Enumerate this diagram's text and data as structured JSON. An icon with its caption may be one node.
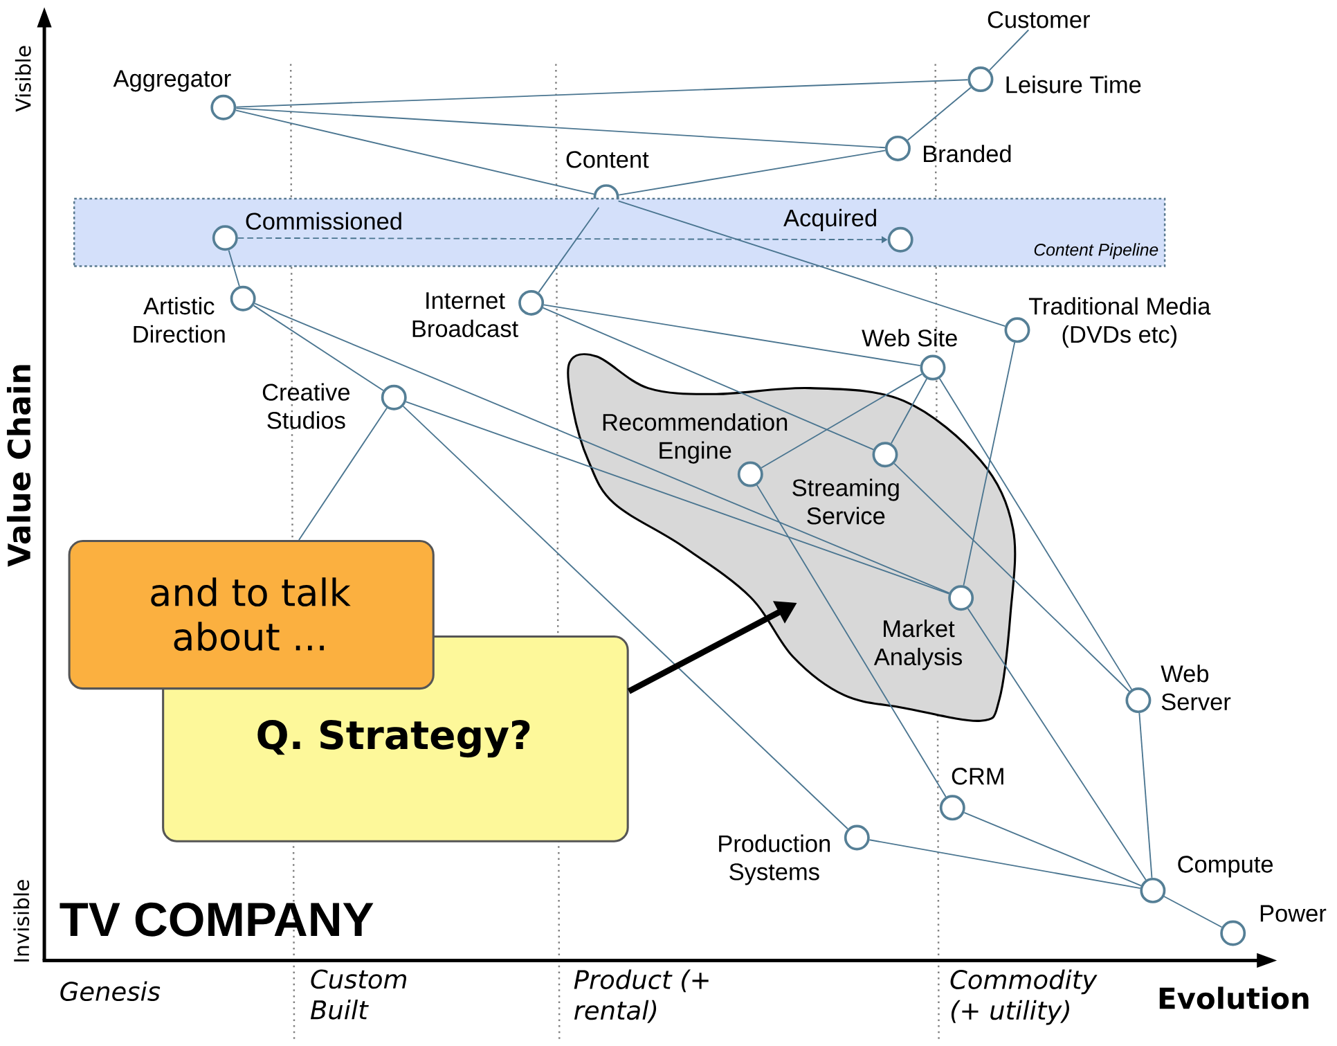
{
  "diagram": {
    "title": "TV COMPANY",
    "nodes": [
      {
        "text": [
          "Customer"
        ]
      },
      {
        "text": [
          "Leisure Time"
        ]
      },
      {
        "text": [
          "Aggregator"
        ]
      },
      {
        "text": [
          "Branded"
        ]
      },
      {
        "text": [
          "Content"
        ]
      },
      {
        "text": [
          "Content Pipeline"
        ]
      },
      {
        "text": [
          "Commissioned"
        ],
        "in": 5
      },
      {
        "text": [
          "Acquired"
        ],
        "in": 5
      },
      {
        "text": [
          "Artistic Direction"
        ]
      },
      {
        "text": [
          "Internet Broadcast"
        ]
      },
      {
        "text": [
          "Traditional Media (DVDs etc)"
        ]
      },
      {
        "text": [
          "Web Site"
        ]
      },
      {
        "text": [
          "Creative Studios"
        ]
      },
      {
        "text": [],
        "shape": "cloud"
      },
      {
        "text": [
          "Recommendation Engine"
        ],
        "in": 13
      },
      {
        "text": [
          "Streaming Service"
        ],
        "in": 13
      },
      {
        "text": [
          "Market Analysis"
        ],
        "in": 13
      },
      {
        "text": [
          "Web Server"
        ]
      },
      {
        "text": [
          "CRM"
        ]
      },
      {
        "text": [
          "Production Systems"
        ]
      },
      {
        "text": [
          "Compute"
        ]
      },
      {
        "text": [
          "Power"
        ]
      },
      {
        "text": [
          "and to talk about ..."
        ]
      },
      {
        "text": [
          "Q. Strategy?"
        ]
      }
    ],
    "edges": [
      {
        "from": 0,
        "to": 1,
        "arrow": "none"
      },
      {
        "from": 2,
        "to": 1,
        "arrow": "none"
      },
      {
        "from": 2,
        "to": 3,
        "arrow": "none"
      },
      {
        "from": 2,
        "to": 4,
        "arrow": "none"
      },
      {
        "from": 3,
        "to": 1,
        "arrow": "none"
      },
      {
        "from": 4,
        "to": 3,
        "arrow": "none"
      },
      {
        "from": 4,
        "to": 9,
        "arrow": "none"
      },
      {
        "from": 4,
        "to": 10,
        "arrow": "none"
      },
      {
        "from": 6,
        "to": 7,
        "arrow": "to",
        "style": "dashed"
      },
      {
        "from": 6,
        "to": 8,
        "arrow": "none"
      },
      {
        "from": 8,
        "to": 12,
        "arrow": "none"
      },
      {
        "from": 8,
        "to": 16,
        "arrow": "none"
      },
      {
        "from": 12,
        "to": 22,
        "arrow": "none"
      },
      {
        "from": 12,
        "to": 16,
        "arrow": "none"
      },
      {
        "from": 12,
        "to": 19,
        "arrow": "none"
      },
      {
        "from": 9,
        "to": 11,
        "arrow": "none"
      },
      {
        "from": 9,
        "to": 15,
        "arrow": "none"
      },
      {
        "from": 11,
        "to": 14,
        "arrow": "none"
      },
      {
        "from": 11,
        "to": 15,
        "arrow": "none"
      },
      {
        "from": 11,
        "to": 17,
        "arrow": "none"
      },
      {
        "from": 10,
        "to": 16,
        "arrow": "none"
      },
      {
        "from": 14,
        "to": 18,
        "arrow": "none"
      },
      {
        "from": 15,
        "to": 17,
        "arrow": "none"
      },
      {
        "from": 16,
        "to": 20,
        "arrow": "none"
      },
      {
        "from": 17,
        "to": 20,
        "arrow": "none"
      },
      {
        "from": 18,
        "to": 20,
        "arrow": "none"
      },
      {
        "from": 19,
        "to": 20,
        "arrow": "none"
      },
      {
        "from": 20,
        "to": 21,
        "arrow": "none"
      },
      {
        "from": 23,
        "to": 13,
        "arrow": "to",
        "style": "thick",
        "color": "#000000"
      }
    ],
    "labels": [
      "Visible",
      "Value Chain",
      "Invisible",
      "Genesis",
      "Custom Built",
      "Product (+ rental)",
      "Commodity (+ utility)",
      "Evolution"
    ]
  }
}
